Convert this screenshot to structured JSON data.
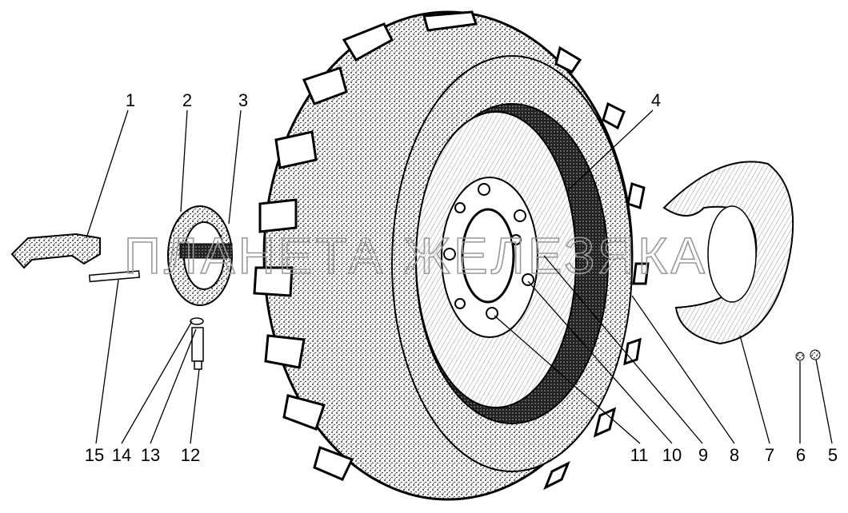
{
  "figure": {
    "watermark": "ПЛАНЕТА ЖЕЛЕЗЯКА",
    "callouts": [
      "1",
      "2",
      "3",
      "4",
      "5",
      "6",
      "7",
      "8",
      "9",
      "10",
      "11",
      "12",
      "13",
      "14",
      "15"
    ]
  }
}
